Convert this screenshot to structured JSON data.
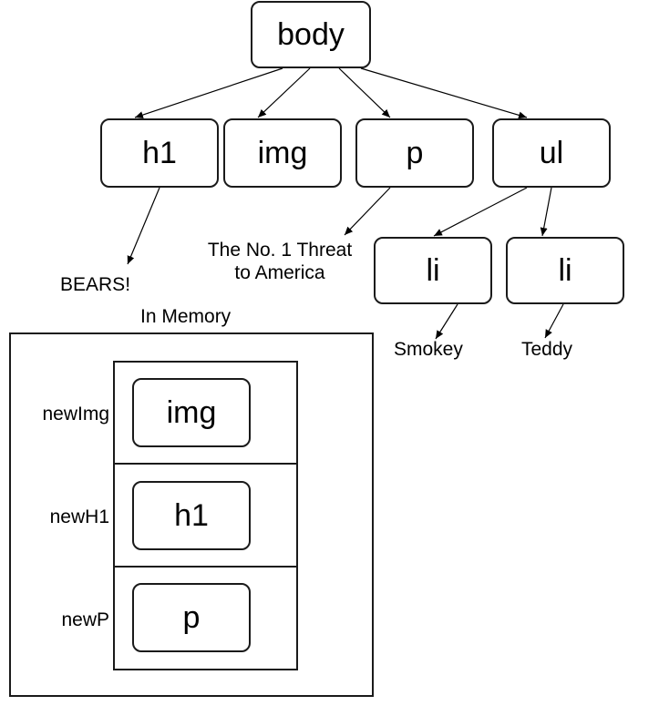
{
  "tree": {
    "root": "body",
    "children": [
      "h1",
      "img",
      "p",
      "ul"
    ],
    "ul_children": [
      "li",
      "li"
    ]
  },
  "text_nodes": {
    "h1_text": "BEARS!",
    "p_text_line1": "The No. 1 Threat",
    "p_text_line2": "to America",
    "li1_text": "Smokey",
    "li2_text": "Teddy"
  },
  "memory": {
    "title": "In Memory",
    "entries": [
      {
        "var": "newImg",
        "node": "img"
      },
      {
        "var": "newH1",
        "node": "h1"
      },
      {
        "var": "newP",
        "node": "p"
      }
    ]
  }
}
